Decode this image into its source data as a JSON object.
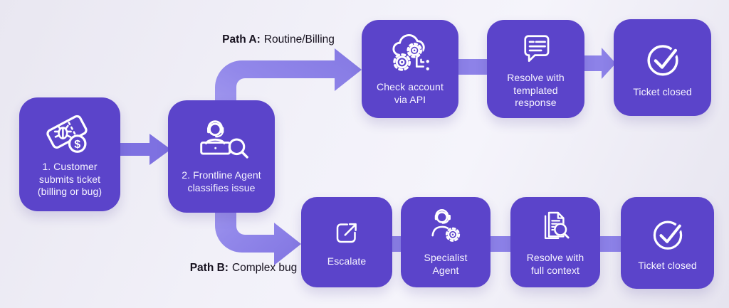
{
  "diagram": {
    "path_a": {
      "prefix": "Path A:",
      "text": "Routine/Billing"
    },
    "path_b": {
      "prefix": "Path B:",
      "text": "Complex bug"
    },
    "nodes": {
      "customer": {
        "label": "1. Customer\nsubmits ticket\n(billing or bug)",
        "icon": "bug-dollar-ticket-icon",
        "currency_glyph": "$"
      },
      "frontline": {
        "label": "2. Frontline Agent\nclassifies issue",
        "icon": "agent-headset-search-icon"
      },
      "check_account": {
        "label": "Check account\nvia API",
        "icon": "cloud-gears-icon"
      },
      "templated": {
        "label": "Resolve with\ntemplated\nresponse",
        "icon": "chat-message-icon"
      },
      "closed_a": {
        "label": "Ticket closed",
        "icon": "check-circle-icon"
      },
      "escalate": {
        "label": "Escalate",
        "icon": "external-arrow-icon"
      },
      "specialist": {
        "label": "Specialist\nAgent",
        "icon": "agent-gear-icon"
      },
      "full_context": {
        "label": "Resolve with\nfull context",
        "icon": "document-search-icon"
      },
      "closed_b": {
        "label": "Ticket closed",
        "icon": "check-circle-icon"
      }
    },
    "colors": {
      "node_fill": "#5b44ca",
      "arrow": "#8d82e8",
      "arrow_light": "#a89ff0",
      "arrow_dark": "#7e71e1",
      "node_text": "#f6f4ff",
      "label_text": "#17121f",
      "background_light": "#f5f4fb",
      "background_dark": "#e7e5f0"
    }
  }
}
